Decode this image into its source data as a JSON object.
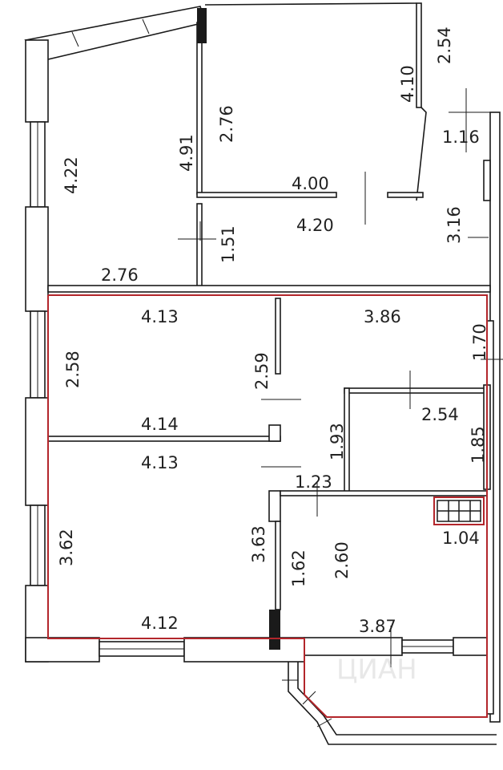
{
  "colors": {
    "highlight": "#b3262b",
    "wall": "#1a1a1a",
    "background": "#ffffff"
  },
  "watermark": "ЦИАН",
  "dimensions": [
    {
      "id": "top-right-2-54",
      "text": "2.54"
    },
    {
      "id": "room-top-4-10",
      "text": "4.10"
    },
    {
      "id": "room-top-2-76",
      "text": "2.76"
    },
    {
      "id": "room-top-4-91",
      "text": "4.91"
    },
    {
      "id": "room-left-4-22",
      "text": "4.22"
    },
    {
      "id": "right-1-16",
      "text": "1.16"
    },
    {
      "id": "room-top-4-00",
      "text": "4.00"
    },
    {
      "id": "hall-4-20",
      "text": "4.20"
    },
    {
      "id": "right-3-16",
      "text": "3.16"
    },
    {
      "id": "hall-1-51",
      "text": "1.51"
    },
    {
      "id": "hall-2-76",
      "text": "2.76"
    },
    {
      "id": "room-a-4-13",
      "text": "4.13"
    },
    {
      "id": "room-c-3-86",
      "text": "3.86"
    },
    {
      "id": "right-1-70",
      "text": "1.70"
    },
    {
      "id": "room-a-2-58",
      "text": "2.58"
    },
    {
      "id": "room-a-2-59",
      "text": "2.59"
    },
    {
      "id": "bath-2-54",
      "text": "2.54"
    },
    {
      "id": "room-a-4-14",
      "text": "4.14"
    },
    {
      "id": "corridor-1-93",
      "text": "1.93"
    },
    {
      "id": "bath-1-85",
      "text": "1.85"
    },
    {
      "id": "room-b-4-13",
      "text": "4.13"
    },
    {
      "id": "corridor-1-23",
      "text": "1.23"
    },
    {
      "id": "room-b-3-62",
      "text": "3.62"
    },
    {
      "id": "room-b-3-63",
      "text": "3.63"
    },
    {
      "id": "kitchen-1-62",
      "text": "1.62"
    },
    {
      "id": "kitchen-2-60",
      "text": "2.60"
    },
    {
      "id": "kitchen-1-04",
      "text": "1.04"
    },
    {
      "id": "room-b-4-12",
      "text": "4.12"
    },
    {
      "id": "kitchen-3-87",
      "text": "3.87"
    }
  ]
}
